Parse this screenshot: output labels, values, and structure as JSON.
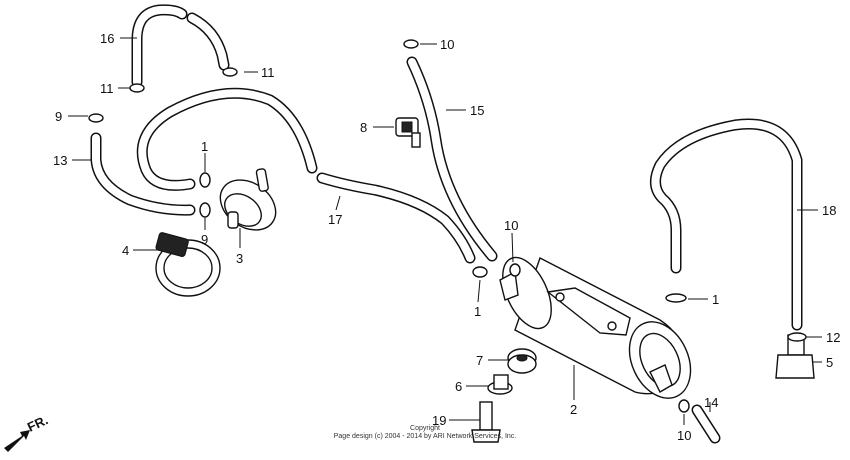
{
  "callouts": {
    "c1a": "1",
    "c1b": "1",
    "c1c": "1",
    "c2": "2",
    "c3": "3",
    "c4": "4",
    "c5": "5",
    "c6": "6",
    "c7": "7",
    "c8": "8",
    "c9a": "9",
    "c9b": "9",
    "c10a": "10",
    "c10b": "10",
    "c10c": "10",
    "c11a": "11",
    "c11b": "11",
    "c12": "12",
    "c13": "13",
    "c14": "14",
    "c15": "15",
    "c16": "16",
    "c17": "17",
    "c18": "18",
    "c19": "19"
  },
  "direction": {
    "label": "FR."
  },
  "copyright": {
    "line1": "Copyright",
    "line2": "Page design (c) 2004 - 2014 by ARI Network Services, Inc."
  },
  "colors": {
    "ink": "#111111",
    "paper": "#ffffff"
  }
}
